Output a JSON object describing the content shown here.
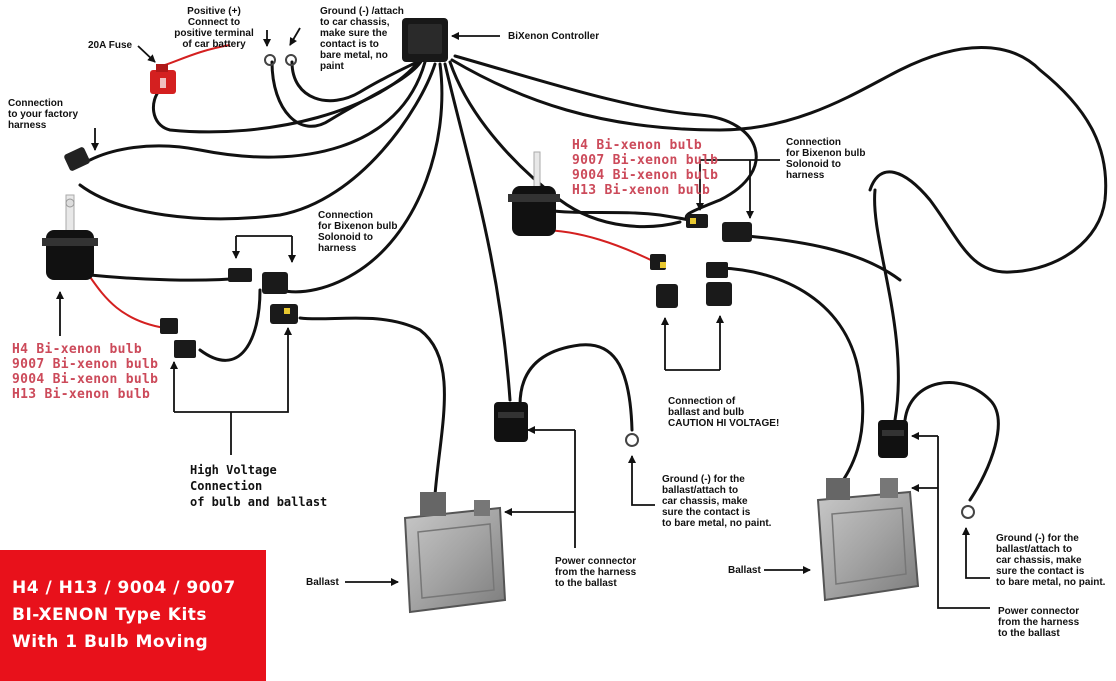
{
  "labels": {
    "positive": [
      "Positive (+)",
      "Connect to",
      "positive terminal",
      "of car battery"
    ],
    "ground_top": [
      "Ground (-) /attach",
      "to car chassis,",
      "make sure the",
      "contact is to",
      "bare metal, no",
      "paint"
    ],
    "controller": "BiXenon Controller",
    "fuse": "20A Fuse",
    "factory": [
      "Connection",
      "to your factory",
      "harness"
    ],
    "solenoid_left": [
      "Connection",
      "for Bixenon bulb",
      "Solonoid to",
      "harness"
    ],
    "solenoid_right": [
      "Connection",
      "for Bixenon bulb",
      "Solonoid to",
      "harness"
    ],
    "ballast_bulb": [
      "Connection of",
      "ballast and bulb",
      "CAUTION HI VOLTAGE!"
    ],
    "ground_mid": [
      "Ground (-) for the",
      "ballast/attach to",
      "car chassis, make",
      "sure the contact is",
      "to bare metal, no paint."
    ],
    "ground_right": [
      "Ground (-) for the",
      "ballast/attach to",
      "car chassis, make",
      "sure the contact is",
      "to bare metal, no paint."
    ],
    "power_mid": [
      "Power connector",
      "from the harness",
      "to the ballast"
    ],
    "power_right": [
      "Power connector",
      "from the harness",
      "to the ballast"
    ],
    "ballast_left": "Ballast",
    "ballast_right": "Ballast",
    "high_voltage": [
      "High Voltage",
      "Connection",
      "of bulb and ballast"
    ]
  },
  "bulb_types_left": [
    "H4 Bi-xenon bulb",
    "9007 Bi-xenon bulb",
    "9004 Bi-xenon bulb",
    "H13 Bi-xenon bulb"
  ],
  "bulb_types_right": [
    "H4 Bi-xenon bulb",
    "9007 Bi-xenon bulb",
    "9004 Bi-xenon bulb",
    "H13 Bi-xenon bulb"
  ],
  "kit_title": [
    "H4 / H13 / 9004 / 9007",
    "BI-XENON Type Kits",
    "With 1 Bulb Moving"
  ],
  "colors": {
    "wire": "#111111",
    "red_wire": "#d42020",
    "bulb_text": "#cc4a5a",
    "kit_box": "#e8111b",
    "ballast_body": "#9a9a9a"
  }
}
